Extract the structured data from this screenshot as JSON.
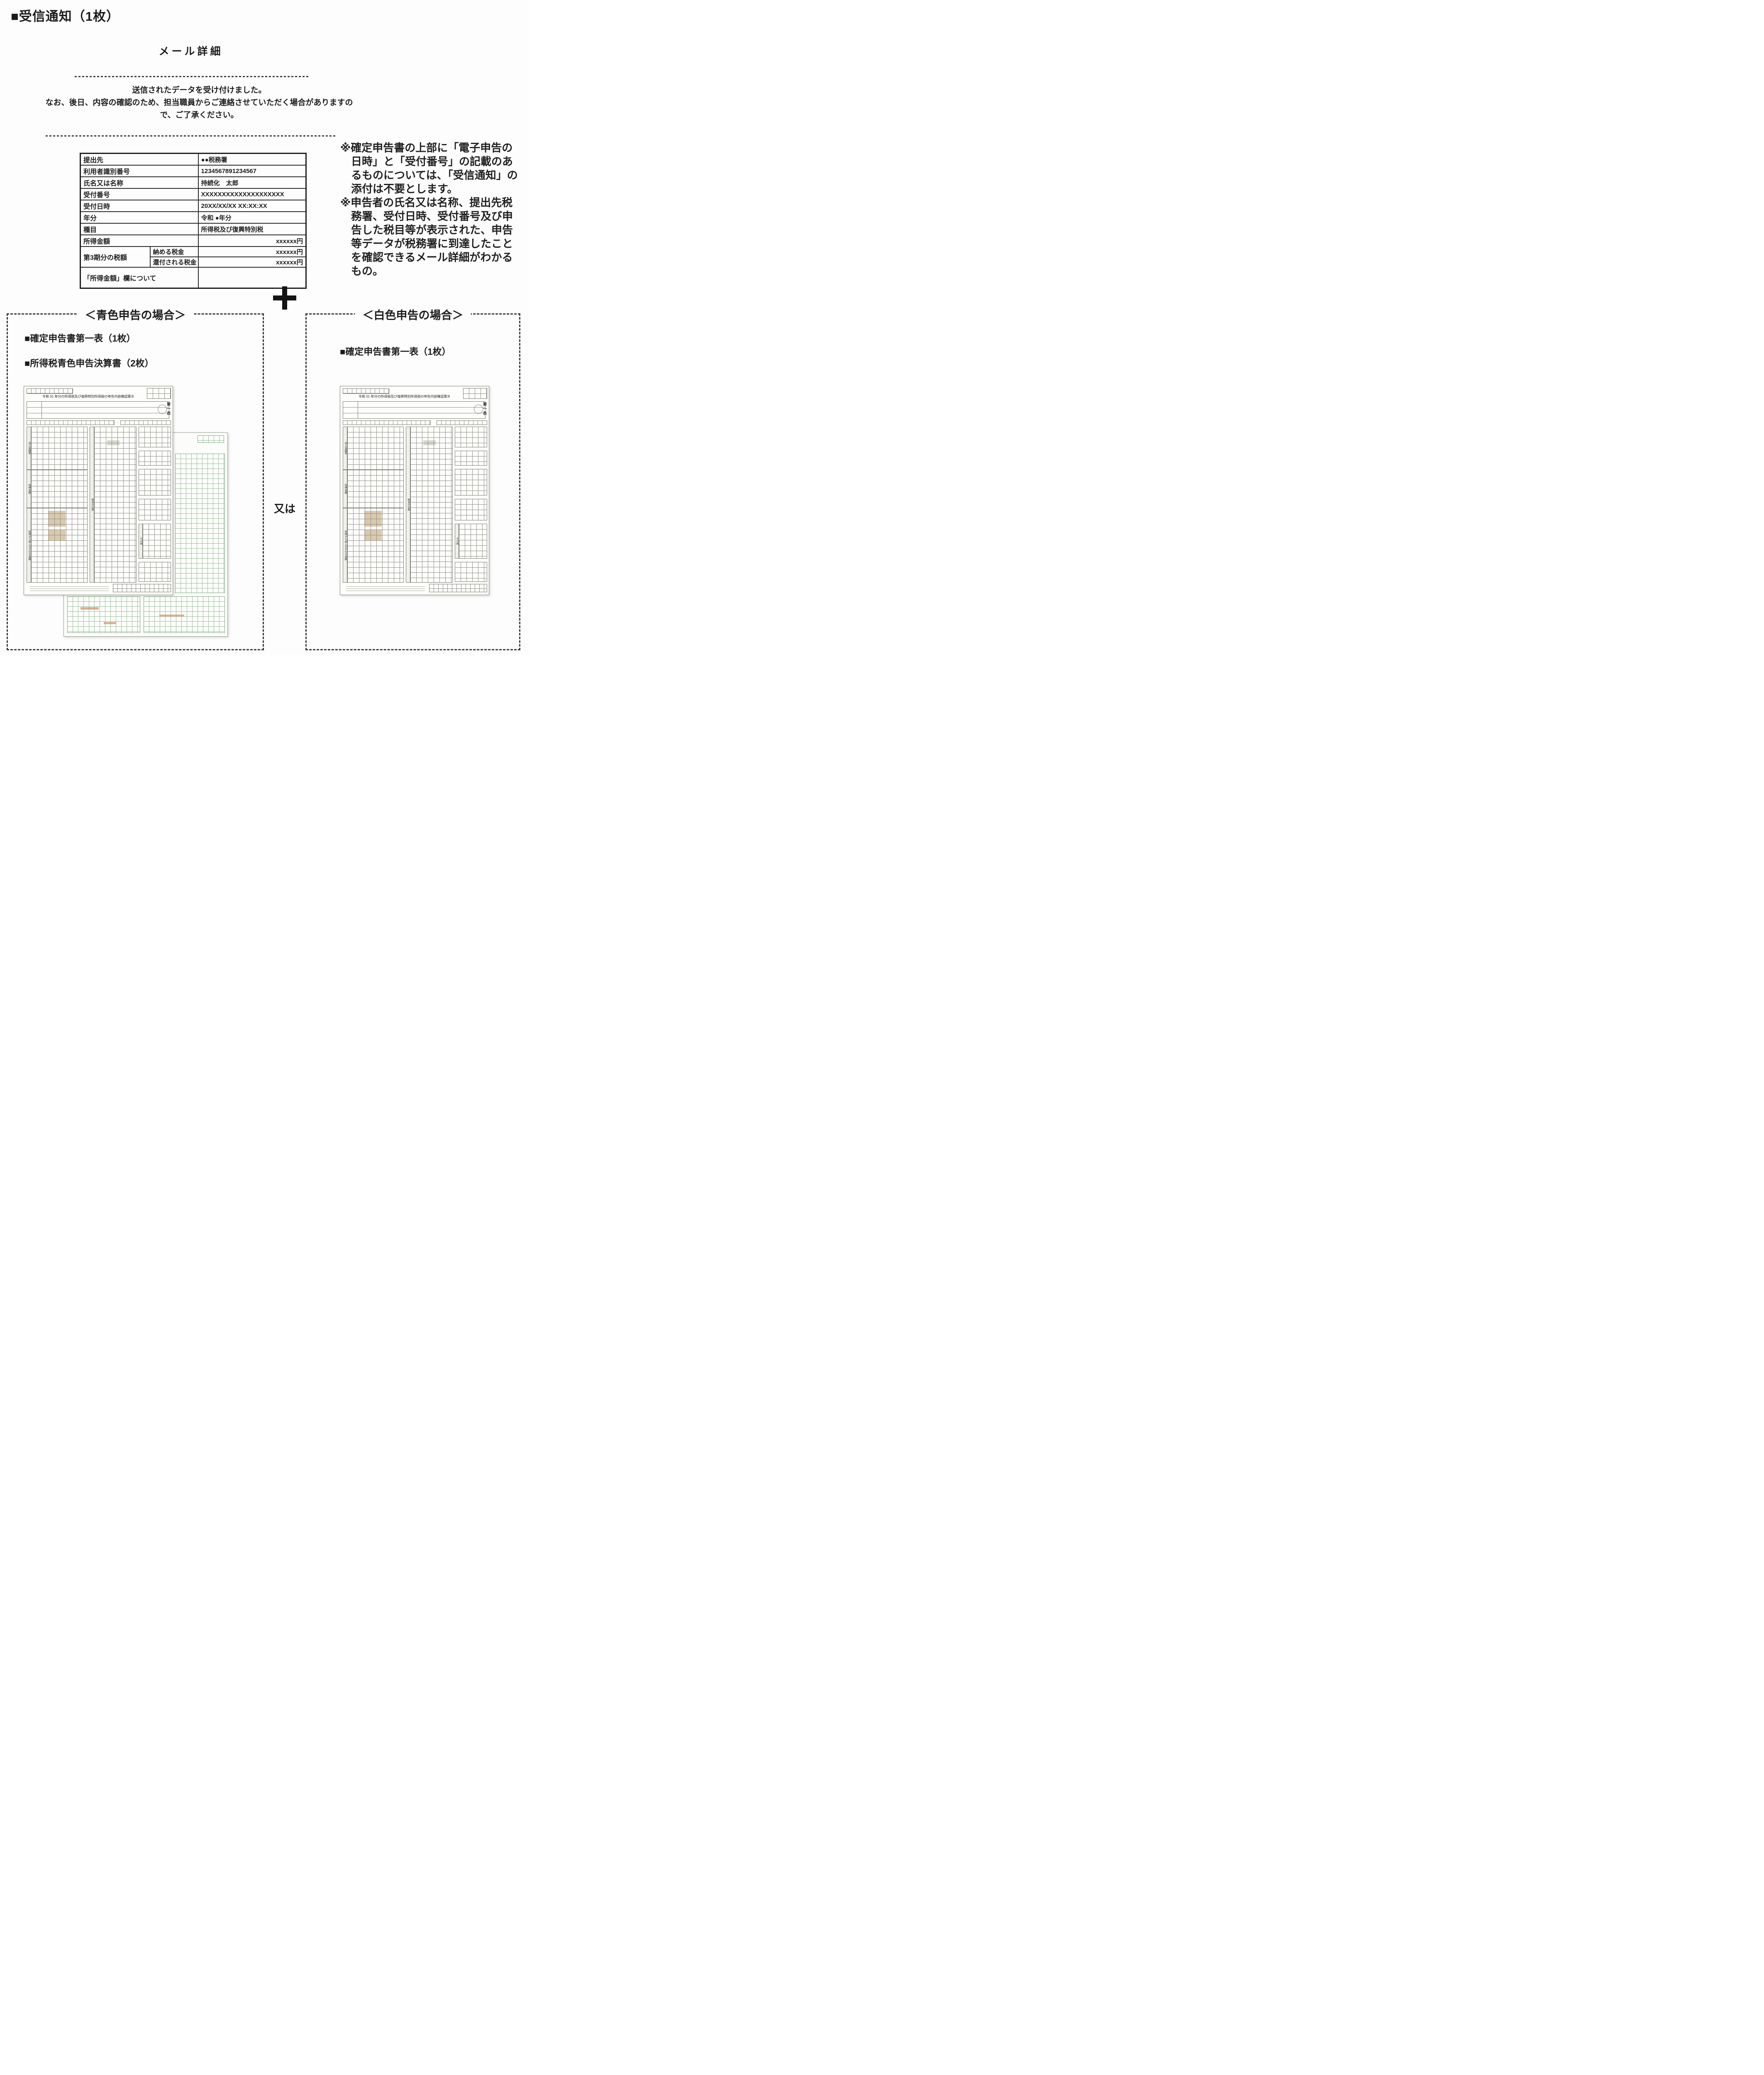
{
  "header": {
    "title": "■受信通知（1枚）"
  },
  "mail": {
    "title": "メール詳細",
    "message_lines": [
      "送信されたデータを受け付けました。",
      "なお、後日、内容の確認のため、担当職員からご連絡させていただく場合がありますの",
      "で、ご了承ください。"
    ]
  },
  "table": {
    "rows": [
      {
        "label": "提出先",
        "value": "●●税務署"
      },
      {
        "label": "利用者識別番号",
        "value": "1234567891234567"
      },
      {
        "label": "氏名又は名称",
        "value": "持続化　太郎"
      },
      {
        "label": "受付番号",
        "value": "XXXXXXXXXXXXXXXXXXXX"
      },
      {
        "label": "受付日時",
        "value": "20XX/XX/XX XX:XX:XX"
      },
      {
        "label": "年分",
        "value": "令和 ●年分"
      },
      {
        "label": "種目",
        "value": "所得税及び復興特別税"
      },
      {
        "label": "所得金額",
        "value": "xxxxxx円"
      }
    ],
    "tax_group": {
      "label": "第3期分の税額",
      "rows": [
        {
          "label": "納める税金",
          "value": "xxxxxx円"
        },
        {
          "label": "還付される税金",
          "value": "xxxxxx円"
        }
      ]
    },
    "last_row_label": "「所得金額」欄について"
  },
  "notes": [
    "※確定申告書の上部に「電子申告の日時」と「受付番号」の記載のあるものについては、「受信通知」の添付は不要とします。",
    "※申告者の氏名又は名称、提出先税務署、受付日時、受付番号及び申告した税目等が表示された、申告等データが税務署に到達したことを確認できるメール詳細がわかるもの。"
  ],
  "or_label": "又は",
  "blue_section": {
    "title": "＜青色申告の場合＞",
    "items": [
      "■確定申告書第一表（1枚）",
      "■所得税青色申告決算書（2枚）"
    ]
  },
  "white_section": {
    "title": "＜白色申告の場合＞",
    "items": [
      "■確定申告書第一表（1枚）"
    ]
  },
  "form": {
    "title": "令和 01 年分の所得税及び復興特別所得税の申告内容確認票Ｂ",
    "sheet_label": "第一表",
    "section_labels": [
      "収入金額等",
      "所得金額",
      "所得から差し引かれる金額",
      "税金の計算",
      "その他"
    ]
  }
}
